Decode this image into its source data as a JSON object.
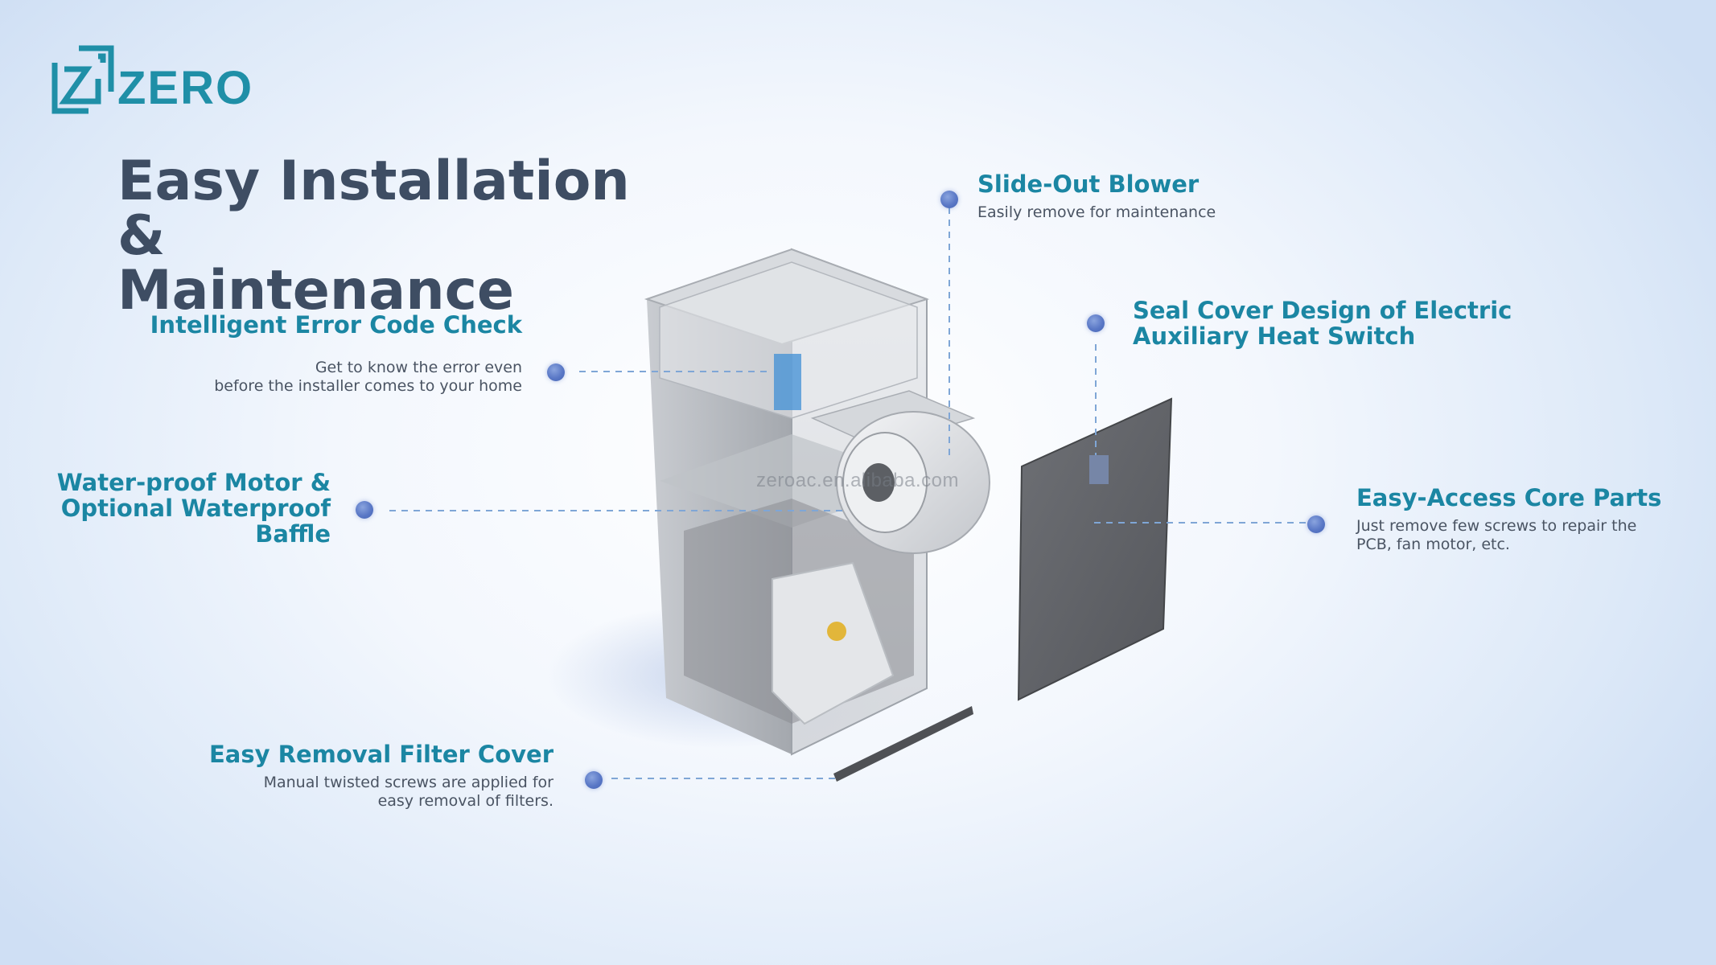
{
  "brand": {
    "name": "ZERO",
    "color": "#1f8fa7"
  },
  "title": {
    "line1": "Easy Installation &",
    "line2": "Maintenance"
  },
  "watermark": "zeroac.en.alibaba.com",
  "features": {
    "error_code": {
      "title": "Intelligent Error Code Check",
      "desc_line1": "Get to know the error even",
      "desc_line2": "before the installer comes to your home"
    },
    "motor": {
      "title_line1": "Water-proof Motor &",
      "title_line2": "Optional Waterproof",
      "title_line3": "Baffle"
    },
    "filter": {
      "title": "Easy Removal Filter Cover",
      "desc_line1": "Manual twisted screws are applied for",
      "desc_line2": "easy removal of filters."
    },
    "blower": {
      "title": "Slide-Out Blower",
      "desc": "Easily remove for maintenance"
    },
    "seal": {
      "title_line1": "Seal Cover Design of Electric",
      "title_line2": "Auxiliary Heat Switch"
    },
    "core": {
      "title": "Easy-Access Core Parts",
      "desc_line1": "Just remove few screws to repair the",
      "desc_line2": "PCB, fan motor, etc."
    }
  },
  "colors": {
    "accent": "#1b86a3",
    "heading": "#3e4d63",
    "dot": "#5a78c6",
    "leader_line": "#7fa6d6"
  }
}
